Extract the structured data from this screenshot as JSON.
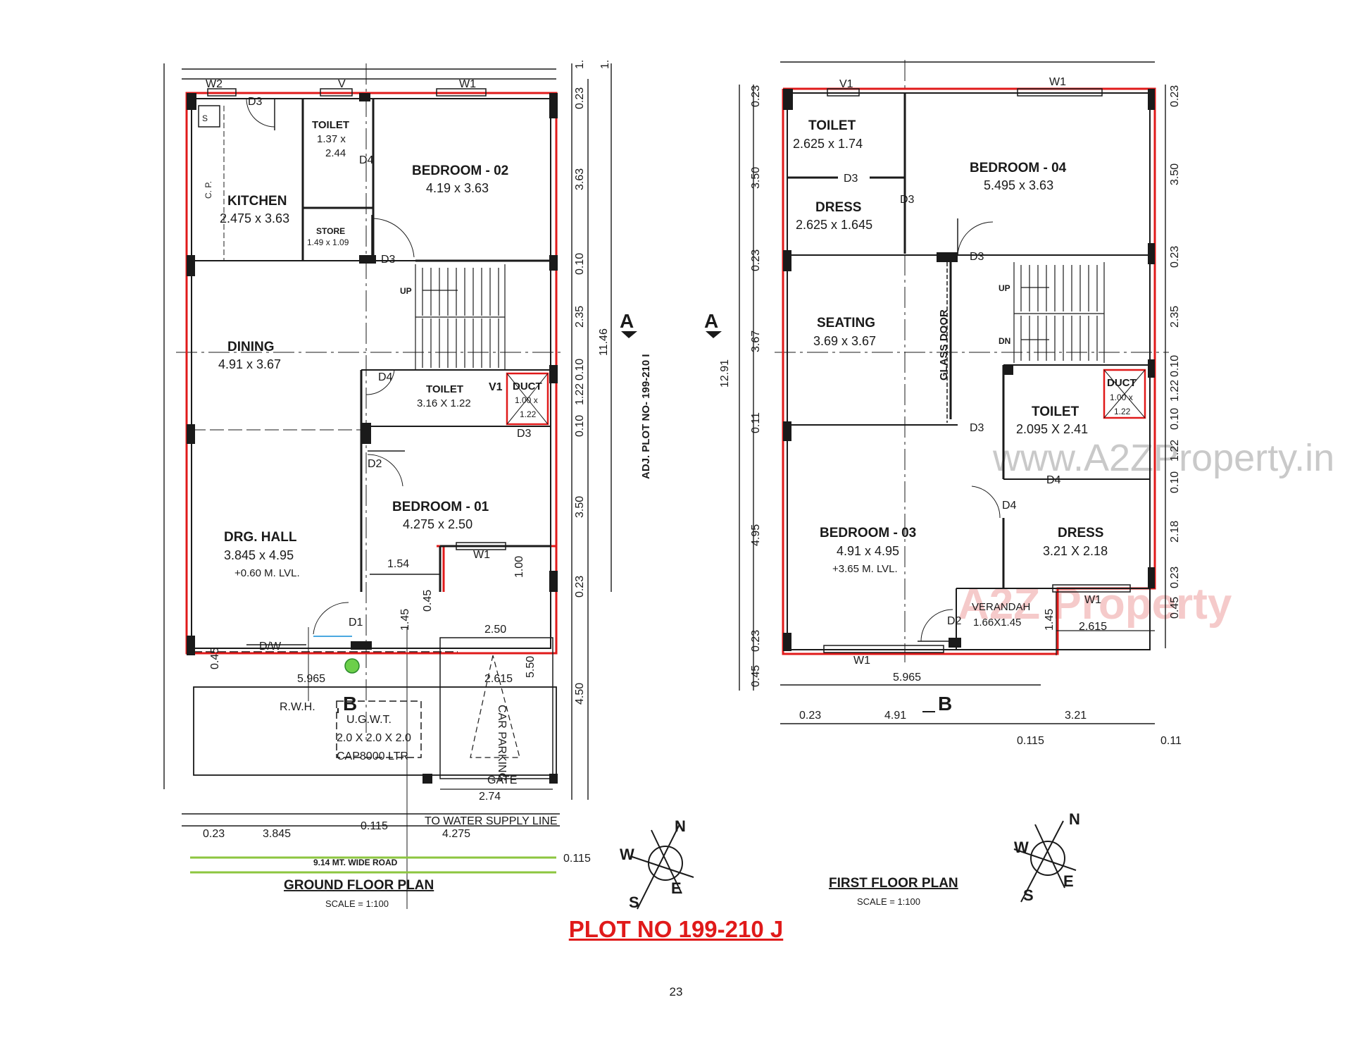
{
  "ground_floor": {
    "title": "GROUND FLOOR PLAN",
    "scale": "SCALE = 1:100",
    "rooms": {
      "kitchen": {
        "name": "KITCHEN",
        "size": "2.475 x 3.63"
      },
      "toilet_top": {
        "name": "TOILET",
        "size_a": "1.37 x",
        "size_b": "2.44"
      },
      "store": {
        "name": "STORE",
        "size": "1.49 x 1.09"
      },
      "bedroom02": {
        "name": "BEDROOM - 02",
        "size": "4.19 x 3.63"
      },
      "dining": {
        "name": "DINING",
        "size": "4.91 x 3.67"
      },
      "toilet_mid": {
        "name": "TOILET",
        "size": "3.16 X 1.22"
      },
      "duct": {
        "name": "DUCT",
        "size_a": "1.00 x",
        "size_b": "1.22"
      },
      "bedroom01": {
        "name": "BEDROOM - 01",
        "size": "4.275 x 2.50"
      },
      "drg_hall": {
        "name": "DRG. HALL",
        "size": "3.845 x 4.95",
        "level": "+0.60 M. LVL."
      },
      "car_parking": "CAR PARKING",
      "ugwt": [
        "U.G.W.T.",
        "2.0 X 2.0 X 2.0",
        "CAP8000 LTR"
      ],
      "rwh": "R.W.H.",
      "gate": "GATE",
      "cp": "C. P.",
      "sink": "S",
      "up": "UP",
      "to_water_supply": "TO WATER SUPPLY LINE"
    },
    "openings": {
      "w2": "W2",
      "v": "V",
      "w1_top": "W1",
      "d3_kitchen": "D3",
      "d4_toilet": "D4",
      "d3_store": "D3",
      "d4_mid": "D4",
      "v1": "V1",
      "d3_duct": "D3",
      "d2": "D2",
      "w1_bed": "W1",
      "d1": "D1",
      "dw": "D/W"
    },
    "dims_top": [
      "0.23",
      "3.63",
      "0.10",
      "2.35",
      "0.10",
      "1.22",
      "0.10",
      "3.50",
      "0.23",
      "4.50"
    ],
    "dims_inner": [
      "1.54",
      "1.00",
      "0.45",
      "1.45",
      "2.50",
      "2.615",
      "5.50",
      "0.45",
      "5.965",
      "2.74"
    ],
    "dims_bottom": [
      "0.23",
      "3.845",
      "0.115",
      "4.275",
      "0.115"
    ],
    "overall": "11.46",
    "road": "9.14 MT. WIDE ROAD",
    "adj_plot": "ADJ. PLOT NO- 199-210 I",
    "top_marks": [
      "1.",
      "1."
    ]
  },
  "first_floor": {
    "title": "FIRST FLOOR PLAN",
    "scale": "SCALE = 1:100",
    "rooms": {
      "toilet_a": {
        "name": "TOILET",
        "size": "2.625 x 1.74"
      },
      "dress_a": {
        "name": "DRESS",
        "size": "2.625 x 1.645"
      },
      "bedroom04": {
        "name": "BEDROOM - 04",
        "size": "5.495 x 3.63"
      },
      "seating": {
        "name": "SEATING",
        "size": "3.69 x 3.67"
      },
      "glass_door": "GLASS DOOR",
      "toilet_b": {
        "name": "TOILET",
        "size": "2.095 X 2.41"
      },
      "duct": {
        "name": "DUCT",
        "size_a": "1.00 x",
        "size_b": "1.22"
      },
      "bedroom03": {
        "name": "BEDROOM - 03",
        "size": "4.91 x 4.95",
        "level": "+3.65 M. LVL."
      },
      "dress_b": {
        "name": "DRESS",
        "size": "3.21 X 2.18"
      },
      "verandah": {
        "name": "VERANDAH",
        "size": "1.66X1.45"
      },
      "up": "UP",
      "dn": "DN"
    },
    "openings": {
      "v1": "V1",
      "w1_top": "W1",
      "d3_toilet": "D3",
      "d3_bed4": "D3",
      "d3_stair": "D3",
      "d3_mid": "D3",
      "d4_a": "D4",
      "d4_b": "D4",
      "d2": "D2",
      "w1_bottom": "W1",
      "w1_dress": "W1"
    },
    "dims_left": [
      "0.23",
      "3.50",
      "0.23",
      "3.67",
      "0.11",
      "4.95",
      "0.23",
      "0.45"
    ],
    "dims_right": [
      "0.23",
      "3.50",
      "0.23",
      "2.35",
      "0.10",
      "1.22",
      "0.10",
      "1.22",
      "0.10",
      "2.18",
      "0.23",
      "0.45"
    ],
    "dims_inner": [
      "1.45",
      "2.615",
      "5.965"
    ],
    "dims_bottom": [
      "0.23",
      "4.91",
      "3.21",
      "0.115",
      "0.11"
    ],
    "overall": "12.91"
  },
  "sections": {
    "a": "A",
    "b": "B"
  },
  "compass": {
    "n": "N",
    "s": "S",
    "e": "E",
    "w": "W"
  },
  "watermark": {
    "url": "www.A2ZProperty.in",
    "brand": "A2Z Property"
  },
  "plot_title": "PLOT NO 199-210 J",
  "page_number": "23",
  "colors": {
    "boundary": "#e01a1a",
    "line": "#1a1a1a",
    "road": "#8cc63f"
  }
}
